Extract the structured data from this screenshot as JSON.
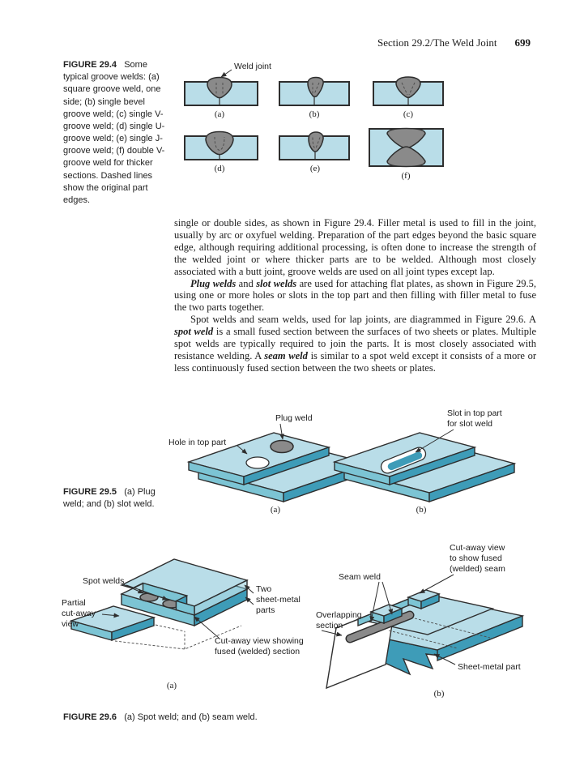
{
  "colors": {
    "plate-light": "#b9dde8",
    "plate-mid": "#7cc4d4",
    "plate-dark": "#3e9cb8",
    "weld-gray": "#8a8a8a",
    "outline": "#2e2e2e",
    "text": "#1c1c1c"
  },
  "header": {
    "section_title": "Section 29.2/The Weld Joint",
    "page_number": "699"
  },
  "figure_29_4": {
    "caption_label": "FIGURE 29.4",
    "caption_text": "Some typical groove welds: (a) square groove weld, one side; (b) single bevel groove weld; (c) single V-groove weld; (d) single U-groove weld; (e) single J-groove weld; (f) double V-groove weld for thicker sections.  Dashed lines show the original part edges.",
    "weld_joint_label": "Weld joint",
    "sublabels": {
      "a": "(a)",
      "b": "(b)",
      "c": "(c)",
      "d": "(d)",
      "e": "(e)",
      "f": "(f)"
    }
  },
  "body": {
    "paragraph_1": [
      {
        "style": "n",
        "text": "single or double sides, as shown in Figure 29.4. Filler metal is used to fill in the joint, usually by arc or oxyfuel welding. Preparation of the part edges beyond the basic square edge, although requiring additional processing, is often done to increase the strength of the welded joint or where thicker parts are to be welded. Although most closely associated with a butt joint, groove welds are used on all joint types except lap."
      }
    ],
    "paragraph_2": [
      {
        "style": "bi",
        "text": "Plug welds"
      },
      {
        "style": "n",
        "text": " and "
      },
      {
        "style": "bi",
        "text": "slot welds"
      },
      {
        "style": "n",
        "text": " are used for attaching flat plates, as shown in Figure 29.5, using one or more holes or slots in the top part and then filling with filler metal to fuse the two parts together."
      }
    ],
    "paragraph_3": [
      {
        "style": "n",
        "text": "Spot welds and seam welds, used for lap joints, are diagrammed in Figure 29.6. A "
      },
      {
        "style": "bi",
        "text": "spot weld"
      },
      {
        "style": "n",
        "text": " is a small fused section between the surfaces of two sheets or plates. Multiple spot welds are typically required to join the parts. It is most closely associated with resistance welding. A "
      },
      {
        "style": "bi",
        "text": "seam weld"
      },
      {
        "style": "n",
        "text": " is similar to a spot weld except it consists of a more or less continuously fused section between the two sheets or plates."
      }
    ]
  },
  "figure_29_5": {
    "caption_label": "FIGURE 29.5",
    "caption_text": "(a) Plug weld; and (b) slot weld.",
    "labels": {
      "plug_weld": "Plug weld",
      "hole": "Hole in top part",
      "slot_line1": "Slot in top part",
      "slot_line2": "for slot weld",
      "sub_a": "(a)",
      "sub_b": "(b)"
    }
  },
  "figure_29_6": {
    "caption_label": "FIGURE 29.6",
    "caption_text": "(a) Spot weld; and (b) seam weld.",
    "labels_a": {
      "spot_welds": "Spot welds",
      "partial_line1": "Partial",
      "partial_line2": "cut-away",
      "partial_line3": "view",
      "two_line1": "Two",
      "two_line2": "sheet-metal",
      "two_line3": "parts",
      "cutaway_line1": "Cut-away view showing",
      "cutaway_line2": "fused (welded) section",
      "sub": "(a)"
    },
    "labels_b": {
      "seam_weld": "Seam weld",
      "cutaway_line1": "Cut-away view",
      "cutaway_line2": "to show fused",
      "cutaway_line3": "(welded) seam",
      "overlap_line1": "Overlapping",
      "overlap_line2": "section",
      "sheet_metal": "Sheet-metal part",
      "sub": "(b)"
    }
  }
}
